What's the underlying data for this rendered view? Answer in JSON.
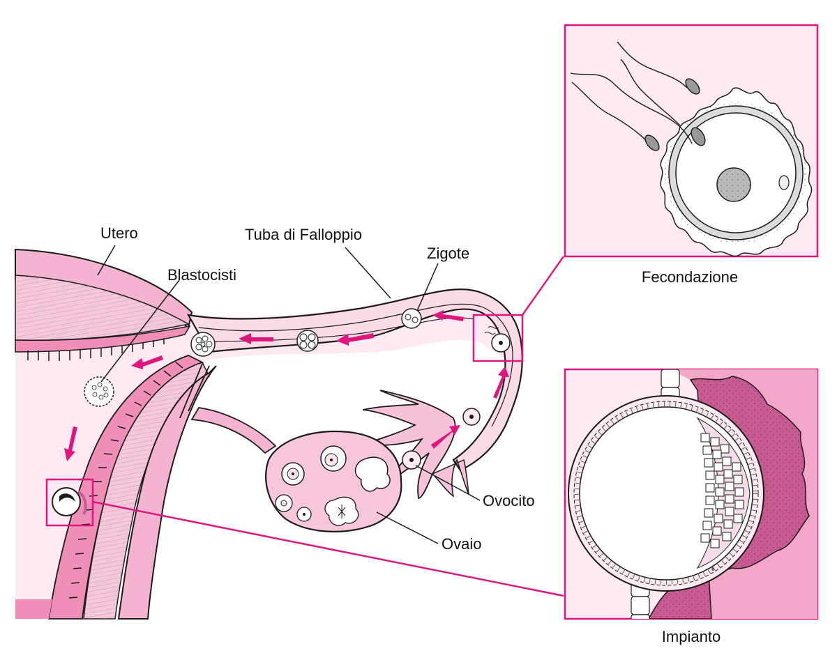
{
  "diagram": {
    "labels": {
      "utero": "Utero",
      "tuba": "Tuba di Falloppio",
      "zigote": "Zigote",
      "blastocisti": "Blastocisti",
      "ovocito": "Ovocito",
      "ovaio": "Ovaio"
    },
    "insets": {
      "fecondazione": "Fecondazione",
      "impianto": "Impianto"
    },
    "colors": {
      "accent": "#e0167f",
      "tissue_light": "#f9d6e6",
      "tissue_mid": "#f2a6c8",
      "tissue_dark": "#c85c92",
      "background_pink": "#fde9f2",
      "outline": "#1a1a1a"
    }
  }
}
